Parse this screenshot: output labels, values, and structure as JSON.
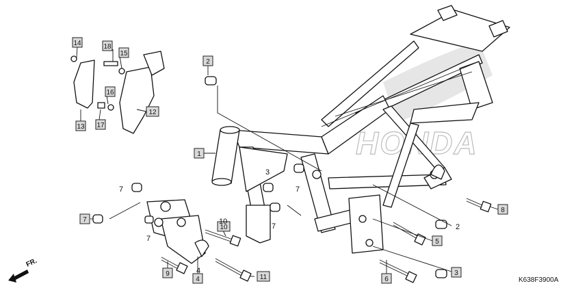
{
  "diagram": {
    "watermark": "HONDA",
    "drawing_code": "K638F3900A",
    "direction_label": "FR.",
    "boxed_callouts": [
      {
        "id": "c14",
        "label": "14"
      },
      {
        "id": "c18",
        "label": "18"
      },
      {
        "id": "c15",
        "label": "15"
      },
      {
        "id": "c16",
        "label": "16"
      },
      {
        "id": "c17",
        "label": "17"
      },
      {
        "id": "c13",
        "label": "13"
      },
      {
        "id": "c12",
        "label": "12"
      },
      {
        "id": "c2",
        "label": "2"
      },
      {
        "id": "c1",
        "label": "1"
      },
      {
        "id": "c7a",
        "label": "7"
      },
      {
        "id": "c10",
        "label": "10"
      },
      {
        "id": "c9",
        "label": "9"
      },
      {
        "id": "c4",
        "label": "4"
      },
      {
        "id": "c11",
        "label": "11"
      },
      {
        "id": "c8",
        "label": "8"
      },
      {
        "id": "c5",
        "label": "5"
      },
      {
        "id": "c3",
        "label": "3"
      },
      {
        "id": "c6",
        "label": "6"
      }
    ],
    "plain_callouts": [
      {
        "id": "p7a",
        "label": "7"
      },
      {
        "id": "p7b",
        "label": "7"
      },
      {
        "id": "p7c",
        "label": "7"
      },
      {
        "id": "p7d",
        "label": "7"
      },
      {
        "id": "p3",
        "label": "3"
      },
      {
        "id": "p10",
        "label": "10"
      },
      {
        "id": "p2",
        "label": "2"
      },
      {
        "id": "p4",
        "label": "4"
      }
    ]
  }
}
